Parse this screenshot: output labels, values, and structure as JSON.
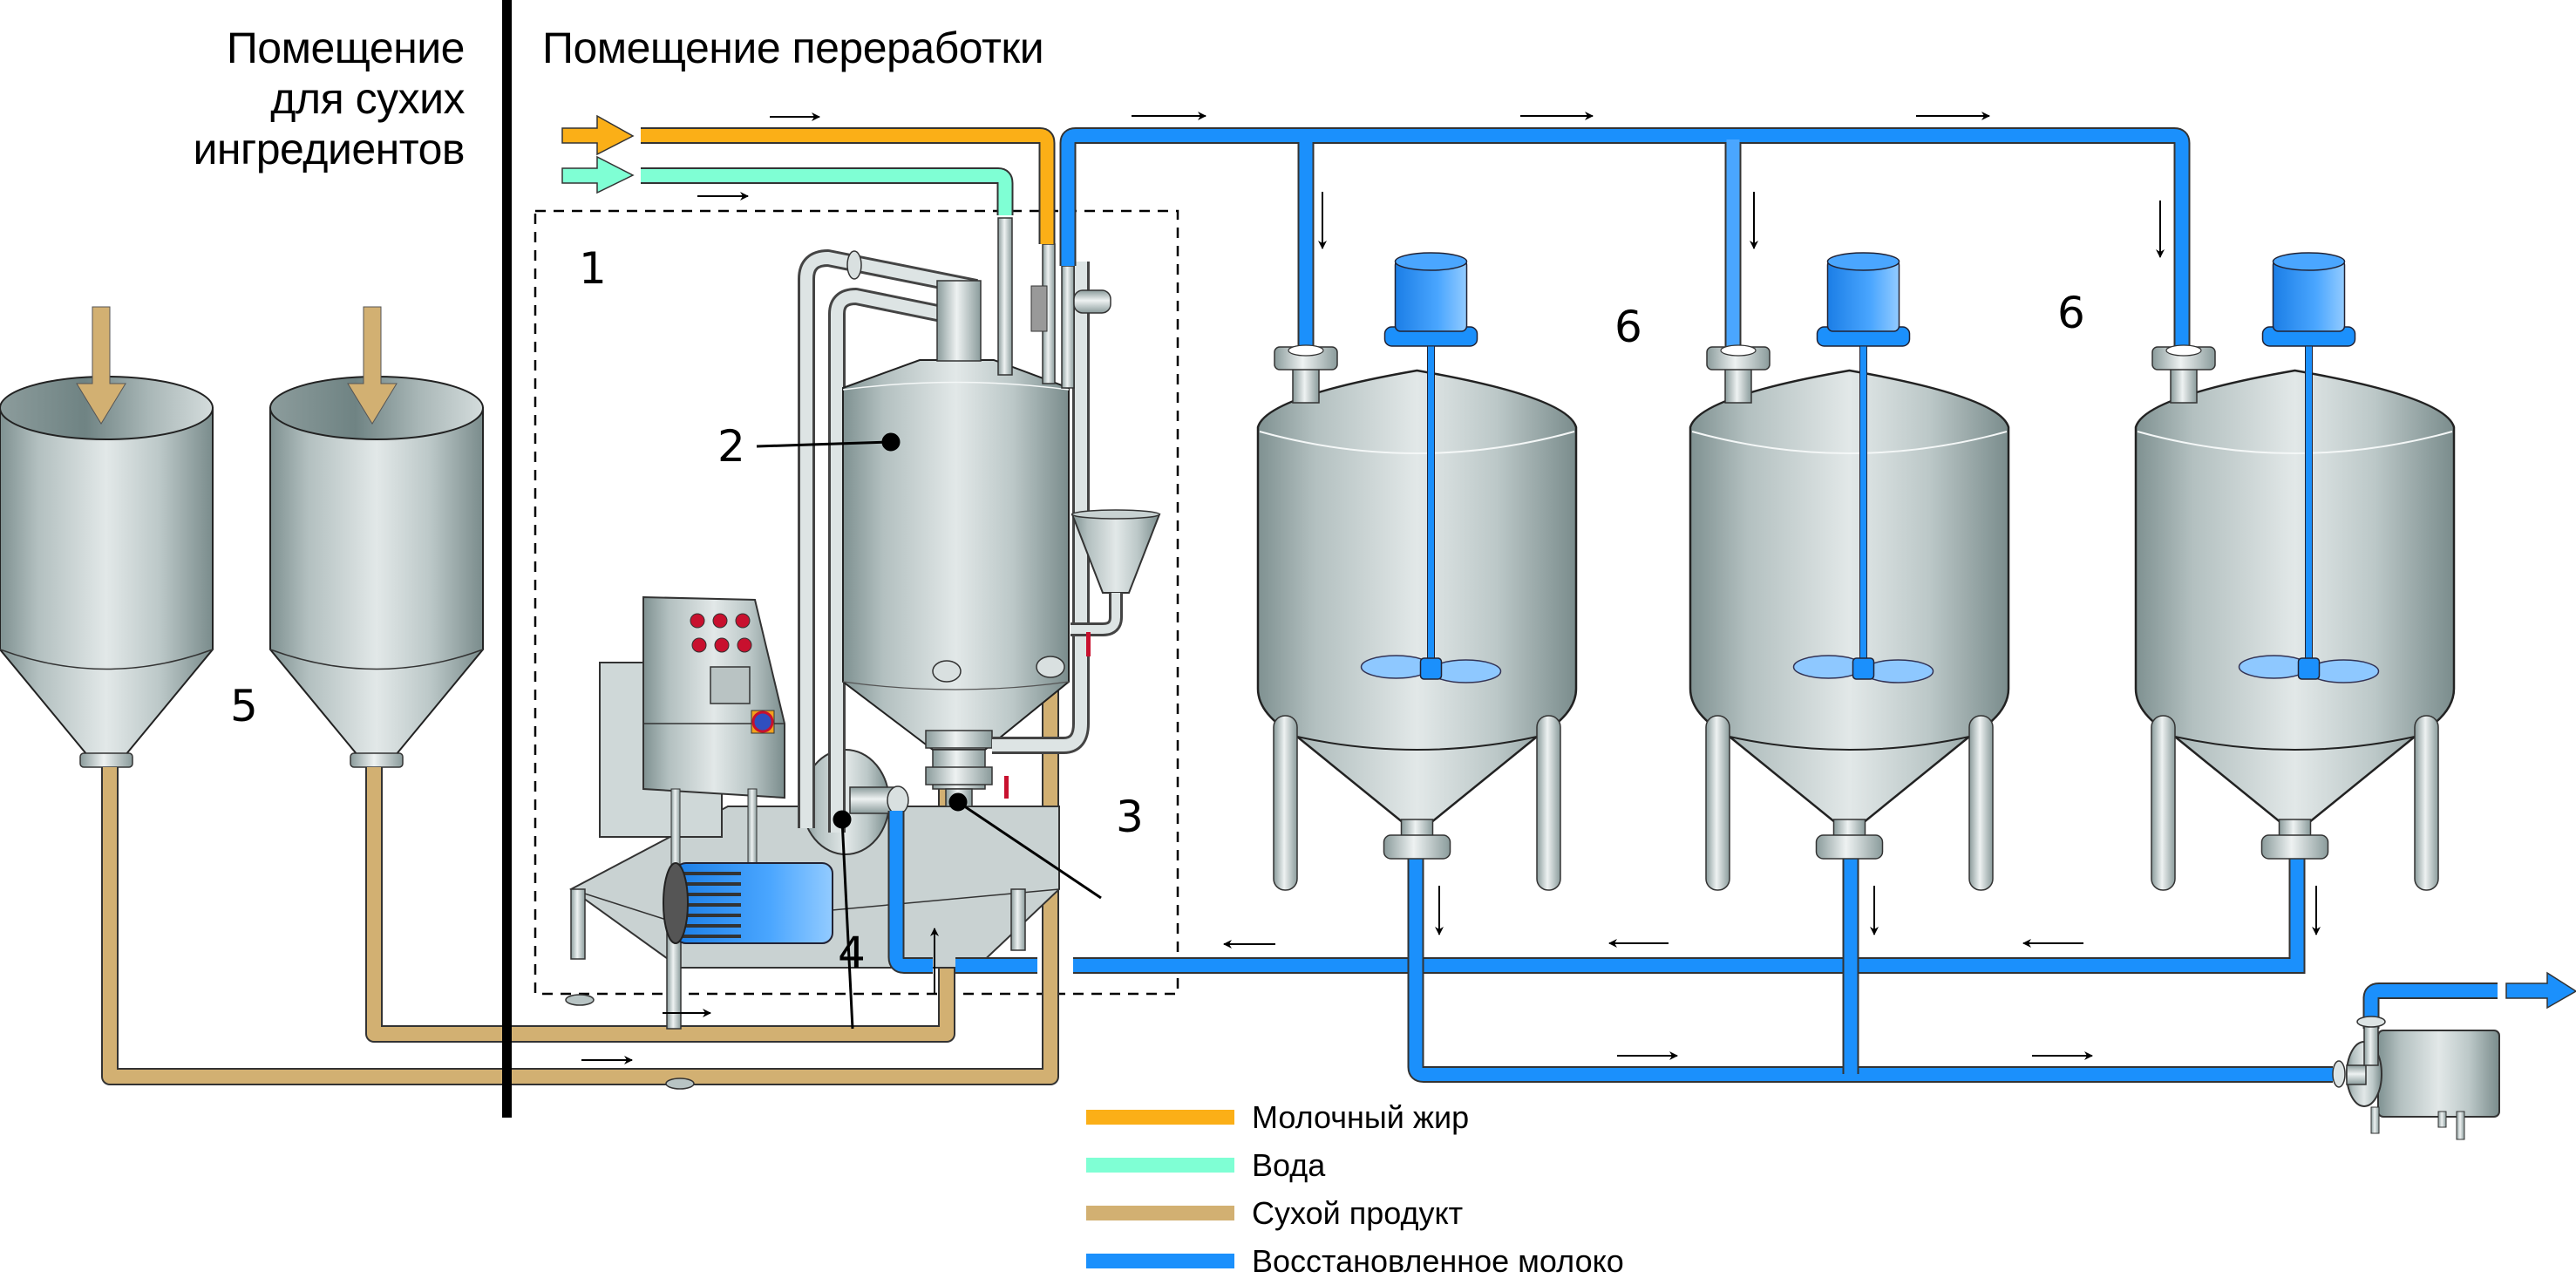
{
  "rooms": {
    "dry_room_lines": [
      "Помещение",
      "для сухих",
      "ингредиентов"
    ],
    "processing_room": "Помещение переработки"
  },
  "callouts": {
    "mixing_unit": "1",
    "vessel": "2",
    "valve": "3",
    "pump": "4",
    "silos": "5",
    "tanks_a": "6",
    "tanks_b": "6"
  },
  "colors": {
    "milk_fat": "#FBAF17",
    "water": "#7FFFD4",
    "dry_product": "#D2B072",
    "recombined_milk": "#1B90FC",
    "steel_light": "#E4EAEA",
    "steel_dark": "#7E9090"
  },
  "legend": [
    {
      "label": "Молочный жир",
      "color": "#FBAF17"
    },
    {
      "label": "Вода",
      "color": "#7FFFD4"
    },
    {
      "label": "Сухой продукт",
      "color": "#D2B072"
    },
    {
      "label": "Восстановленное молоко",
      "color": "#1B90FC"
    }
  ]
}
